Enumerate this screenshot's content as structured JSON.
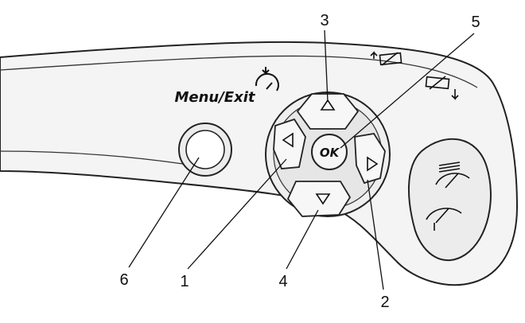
{
  "menu_exit_label": "Menu/Exit",
  "ok_label": "OK",
  "callouts": {
    "n1": "1",
    "n2": "2",
    "n3": "3",
    "n4": "4",
    "n5": "5",
    "n6": "6"
  },
  "icons": {
    "cruise": "cruise-control-icon",
    "wiper_top": "rear-wiper-up-icon",
    "wiper_mid": "rear-wiper-down-icon",
    "wiper_switch_high": "rear-washer-icon",
    "wiper_switch_low": "rear-wiper-icon"
  }
}
